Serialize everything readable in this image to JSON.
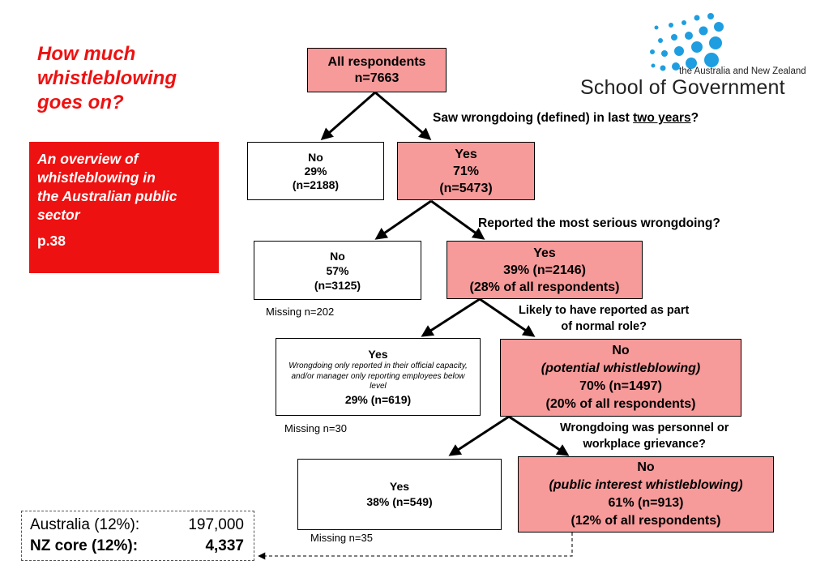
{
  "title": [
    "How much",
    "whistleblowing",
    "goes on?"
  ],
  "overview": {
    "subtitle": [
      "An overview of",
      "whistleblowing in",
      "the Australian public",
      "sector"
    ],
    "page": "p.38"
  },
  "logo": {
    "line1": "the Australia and New Zealand",
    "line2": "School of Government",
    "dots_color": "#1e9ee0"
  },
  "colors": {
    "accent_red": "#ee1111",
    "box_pink": "#f79a9a"
  },
  "tree": {
    "root": {
      "line1": "All respondents",
      "line2": "n=7663"
    },
    "q1": {
      "before": "Saw wrongdoing (defined) in last ",
      "underlined": "two years",
      "after": "?"
    },
    "l1_no": {
      "line1": "No",
      "line2": "29%",
      "line3": "(n=2188)"
    },
    "l1_yes": {
      "line1": "Yes",
      "line2": "71%",
      "line3": "(n=5473)"
    },
    "q2": "Reported the most serious wrongdoing?",
    "l2_no": {
      "line1": "No",
      "line2": "57%",
      "line3": "(n=3125)"
    },
    "l2_yes": {
      "line1": "Yes",
      "line2": "39% (n=2146)",
      "line3": "(28% of all respondents)"
    },
    "missing1": "Missing n=202",
    "q3": [
      "Likely to have reported as part",
      "of normal role?"
    ],
    "l3_yes": {
      "line1": "Yes",
      "note": "Wrongdoing only reported in their official capacity, and/or manager only reporting employees below level",
      "line3": "29% (n=619)"
    },
    "l3_no": {
      "line1": "No",
      "line2": "(potential whistleblowing)",
      "line3": "70% (n=1497)",
      "line4": "(20% of all respondents)"
    },
    "missing2": "Missing n=30",
    "q4": [
      "Wrongdoing was personnel or",
      "workplace grievance?"
    ],
    "l4_yes": {
      "line1": "Yes",
      "line2": "38% (n=549)"
    },
    "l4_no": {
      "line1": "No",
      "line2": "(public interest whistleblowing)",
      "line3": "61% (n=913)",
      "line4": "(12% of all respondents)"
    },
    "missing3": "Missing n=35"
  },
  "summary": {
    "row1": {
      "label": "Australia (12%):",
      "value": "197,000"
    },
    "row2": {
      "label": "NZ core (12%):",
      "value": "4,337"
    }
  }
}
